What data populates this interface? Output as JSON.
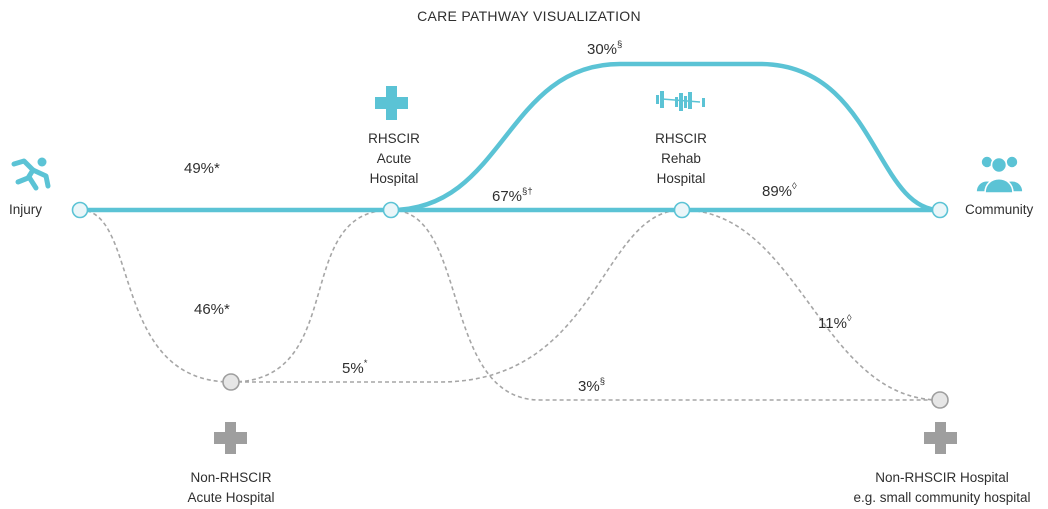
{
  "title": "CARE PATHWAY VISUALIZATION",
  "colors": {
    "primary": "#5BC3D5",
    "secondary": "#9E9E9E",
    "dashed": "#A6A6A6",
    "node_fill": "#E6E6E6"
  },
  "nodes": {
    "injury": {
      "label": [
        "Injury"
      ],
      "icon": "person-falling-icon"
    },
    "acute": {
      "label": [
        "RHSCIR",
        "Acute",
        "Hospital"
      ],
      "icon": "medical-cross-icon"
    },
    "rehab": {
      "label": [
        "RHSCIR",
        "Rehab",
        "Hospital"
      ],
      "icon": "dumbbell-icon"
    },
    "community": {
      "label": [
        "Community"
      ],
      "icon": "people-group-icon"
    },
    "non_acute": {
      "label": [
        "Non-RHSCIR",
        "Acute Hospital"
      ],
      "icon": "medical-cross-icon"
    },
    "non_hospital": {
      "label": [
        "Non-RHSCIR Hospital",
        "e.g. small community hospital"
      ],
      "icon": "medical-cross-icon"
    }
  },
  "pathways": {
    "injury_to_acute": {
      "value": "49%",
      "mark": "*"
    },
    "injury_to_non_acute": {
      "value": "46%",
      "mark": "*"
    },
    "acute_to_community": {
      "value": "30%",
      "mark": "§"
    },
    "acute_to_rehab": {
      "value": "67%",
      "mark": "§†"
    },
    "rehab_to_community": {
      "value": "89%",
      "mark": "◊"
    },
    "rehab_to_non_hospital": {
      "value": "11%",
      "mark": "◊"
    },
    "non_acute_to_rehab": {
      "value": "5%",
      "mark": "*"
    },
    "acute_to_non_hospital": {
      "value": "3%",
      "mark": "§"
    }
  }
}
